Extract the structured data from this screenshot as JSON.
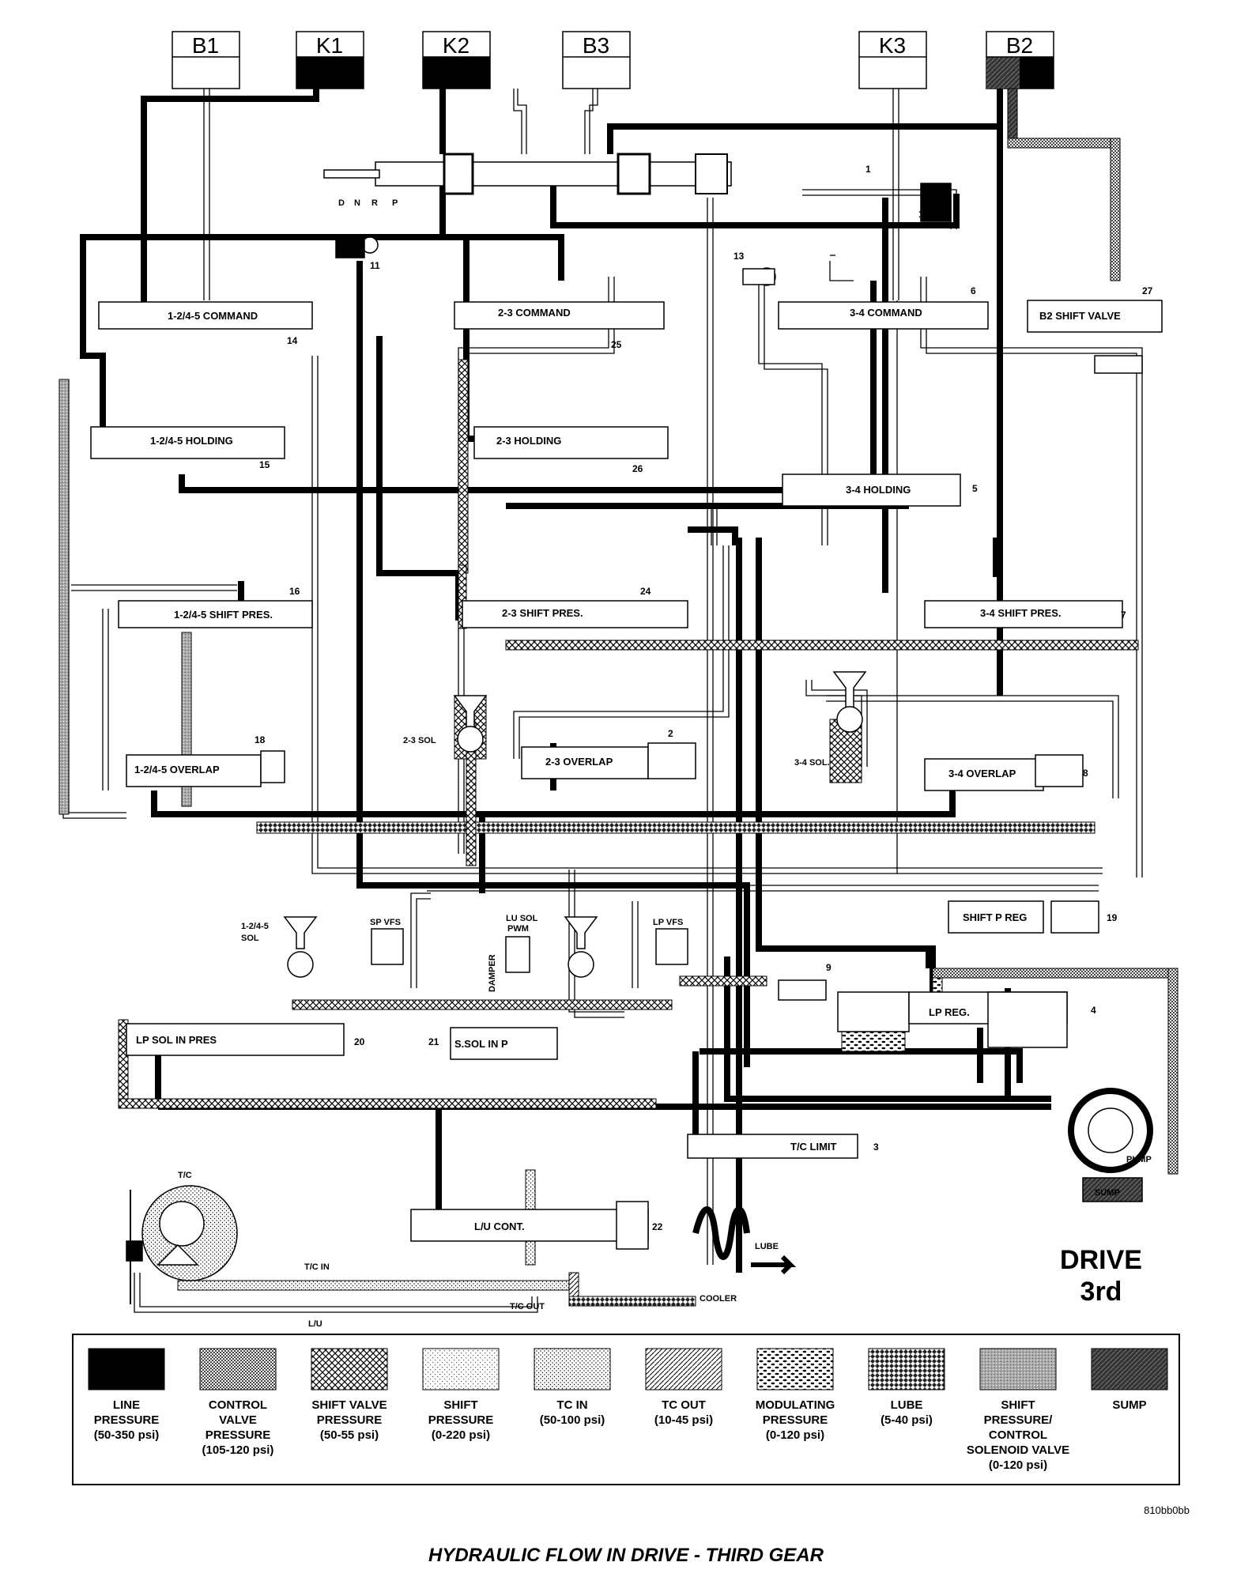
{
  "clutches": [
    {
      "id": "B1",
      "label": "B1",
      "filled": false
    },
    {
      "id": "K1",
      "label": "K1",
      "filled": true
    },
    {
      "id": "K2",
      "label": "K2",
      "filled": true
    },
    {
      "id": "B3",
      "label": "B3",
      "filled": false
    },
    {
      "id": "K3",
      "label": "K3",
      "filled": false
    },
    {
      "id": "B2",
      "label": "B2",
      "filled": true
    }
  ],
  "manual_valve": {
    "positions": [
      "D",
      "N",
      "R",
      "P"
    ],
    "number": "1"
  },
  "valves": {
    "cmd_1245": "1-2/4-5 COMMAND",
    "cmd_23": "2-3 COMMAND",
    "cmd_34": "3-4 COMMAND",
    "b2_shift": "B2 SHIFT VALVE",
    "hold_1245": "1-2/4-5 HOLDING",
    "hold_23": "2-3 HOLDING",
    "hold_34": "3-4 HOLDING",
    "shift_1245": "1-2/4-5 SHIFT PRES.",
    "shift_23": "2-3 SHIFT PRES.",
    "shift_34": "3-4 SHIFT PRES.",
    "overlap_1245": "1-2/4-5 OVERLAP",
    "overlap_23": "2-3 OVERLAP",
    "overlap_34": "3-4 OVERLAP",
    "shift_p_reg": "SHIFT P REG",
    "lp_sol_in": "LP SOL IN PRES",
    "s_sol_in": "S.SOL IN P",
    "lp_reg": "LP REG.",
    "tc_limit": "T/C LIMIT",
    "lu_cont": "L/U CONT."
  },
  "solenoids": {
    "sol_23": "2-3 SOL",
    "sol_34": "3-4 SOL.",
    "sol_1245_a": "1-2/4-5",
    "sol_1245_b": "SOL",
    "sp_vfs": "SP VFS",
    "lu_sol_a": "LU SOL",
    "lu_sol_b": "PWM",
    "damper": "DAMPER",
    "lp_vfs": "LP VFS"
  },
  "numbers": {
    "n10": "10",
    "n11": "11",
    "n13": "13",
    "n6": "6",
    "n27": "27",
    "n14": "14",
    "n25": "25",
    "n15": "15",
    "n26": "26",
    "n5": "5",
    "n16": "16",
    "n24": "24",
    "n7": "7",
    "n18": "18",
    "n2": "2",
    "n8": "8",
    "n19": "19",
    "n9": "9",
    "n4": "4",
    "n20": "20",
    "n21": "21",
    "n3": "3",
    "n22": "22"
  },
  "components": {
    "tc": "T/C",
    "pump": "PUMP",
    "sump": "SUMP",
    "lube": "LUBE",
    "cooler": "COOLER",
    "tc_in": "T/C IN",
    "tc_out": "T/C OUT",
    "lu": "L/U"
  },
  "mode": {
    "line1": "DRIVE",
    "line2": "3rd"
  },
  "legend": [
    {
      "lines": [
        "LINE",
        "PRESSURE",
        "(50-350 psi)"
      ],
      "pattern": "line"
    },
    {
      "lines": [
        "CONTROL",
        "VALVE",
        "PRESSURE",
        "(105-120 psi)"
      ],
      "pattern": "control"
    },
    {
      "lines": [
        "SHIFT VALVE",
        "PRESSURE",
        "(50-55 psi)"
      ],
      "pattern": "shiftvalve"
    },
    {
      "lines": [
        "SHIFT",
        "PRESSURE",
        "(0-220 psi)"
      ],
      "pattern": "shift"
    },
    {
      "lines": [
        "TC IN",
        "(50-100 psi)"
      ],
      "pattern": "tcin"
    },
    {
      "lines": [
        "TC OUT",
        "(10-45 psi)"
      ],
      "pattern": "tcout"
    },
    {
      "lines": [
        "MODULATING",
        "PRESSURE",
        "(0-120 psi)"
      ],
      "pattern": "modulating"
    },
    {
      "lines": [
        "LUBE",
        "(5-40 psi)"
      ],
      "pattern": "lube"
    },
    {
      "lines": [
        "SHIFT",
        "PRESSURE/",
        "CONTROL",
        "SOLENOID VALVE",
        "(0-120 psi)"
      ],
      "pattern": "solenoid"
    },
    {
      "lines": [
        "SUMP"
      ],
      "pattern": "sump"
    }
  ],
  "figure_code": "810bb0bb",
  "caption": "HYDRAULIC FLOW IN DRIVE - THIRD GEAR"
}
